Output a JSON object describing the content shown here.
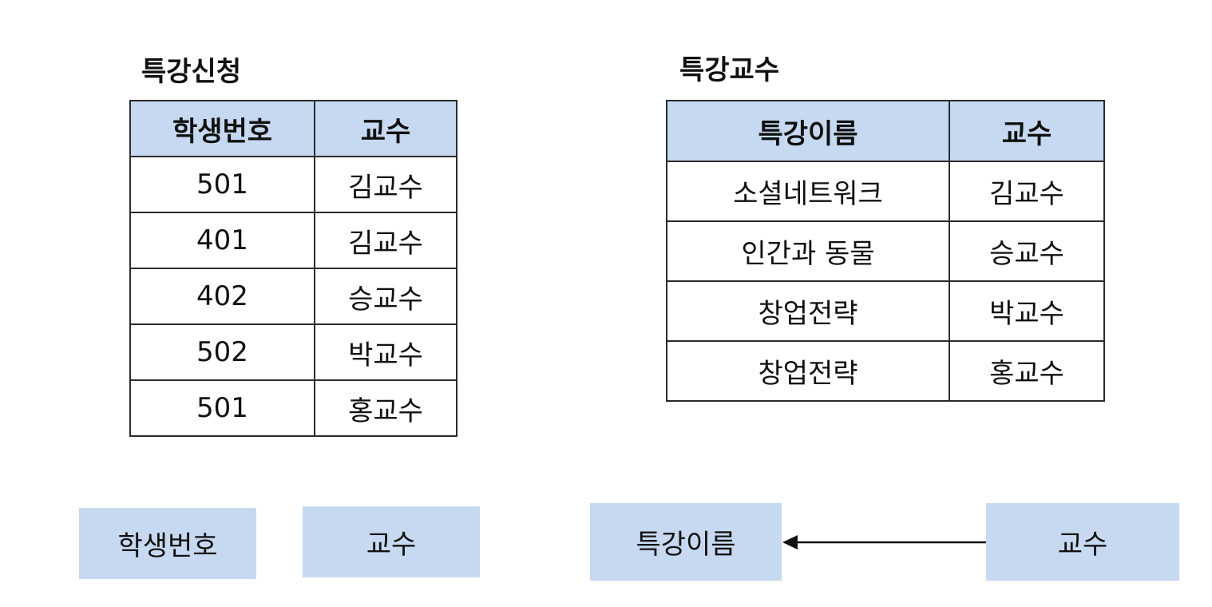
{
  "left_relation": {
    "title": "특강신청",
    "columns": [
      "학생번호",
      "교수"
    ],
    "rows": [
      [
        "501",
        "김교수"
      ],
      [
        "401",
        "김교수"
      ],
      [
        "402",
        "승교수"
      ],
      [
        "502",
        "박교수"
      ],
      [
        "501",
        "홍교수"
      ]
    ]
  },
  "right_relation": {
    "title": "특강교수",
    "columns": [
      "특강이름",
      "교수"
    ],
    "rows": [
      [
        "소셜네트워크",
        "김교수"
      ],
      [
        "인간과 동물",
        "승교수"
      ],
      [
        "창업전략",
        "박교수"
      ],
      [
        "창업전략",
        "홍교수"
      ]
    ]
  },
  "dependency_diagram": {
    "left_group": [
      "학생번호",
      "교수"
    ],
    "right_group": {
      "target": "특강이름",
      "source": "교수"
    }
  },
  "colors": {
    "header_fill": "#c6d9f1",
    "box_fill": "#c6d9f1",
    "border": "#2b2b2b"
  }
}
